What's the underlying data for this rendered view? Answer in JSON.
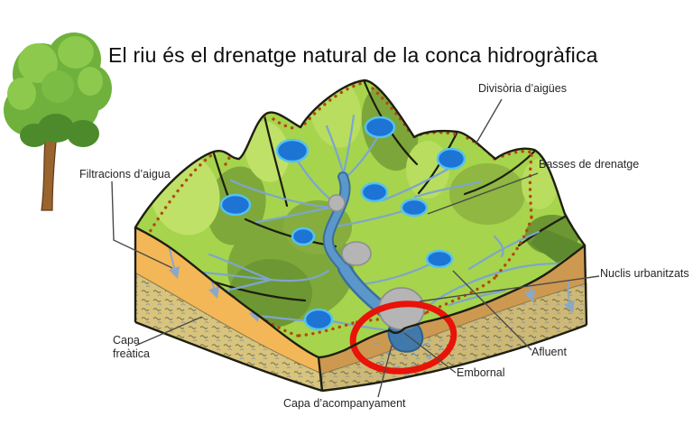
{
  "title": "El riu és el drenatge natural de la conca hidrogràfica",
  "labels": {
    "divisoria": "Divisòria d’aigües",
    "basses": "Basses de drenatge",
    "filtracions": "Filtracions d’aigua",
    "capa_freatica": "Capa freàtica",
    "nuclis": "Nuclis urbanitzats",
    "afluent": "Afluent",
    "embornal": "Embornal",
    "capa_acompanyament": "Capa d’acompanyament"
  },
  "icons": {
    "tree": "tree-icon"
  },
  "colors": {
    "highlight_red": "#e81309",
    "pond_blue": "#1d74d4",
    "pond_border": "#54c2f0",
    "river_blue": "#5b97cb",
    "river_edge": "#3a6f9e",
    "terrain_green": "#a6d44c",
    "soil_orange_left": "#f3b758",
    "soil_orange_right": "#cd9950",
    "divide_dotted": "#b3490e",
    "urban_gray": "#b5b5b5",
    "leader_gray": "#4a4a4a"
  }
}
